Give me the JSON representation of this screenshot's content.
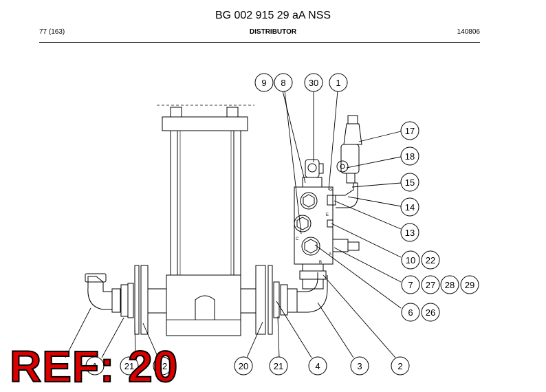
{
  "header": {
    "title": "BG 002 915 29 aA NSS",
    "page": "77 (163)",
    "section": "DISTRIBUTOR",
    "code": "140806"
  },
  "callouts": [
    {
      "label": "9"
    },
    {
      "label": "8"
    },
    {
      "label": "30"
    },
    {
      "label": "1"
    },
    {
      "label": "17"
    },
    {
      "label": "18"
    },
    {
      "label": "15"
    },
    {
      "label": "14"
    },
    {
      "label": "13"
    },
    {
      "label": "10"
    },
    {
      "label": "22"
    },
    {
      "label": "7"
    },
    {
      "label": "27"
    },
    {
      "label": "28"
    },
    {
      "label": "29"
    },
    {
      "label": "6"
    },
    {
      "label": "26"
    },
    {
      "label": "2"
    },
    {
      "label": "3"
    },
    {
      "label": "4"
    },
    {
      "label": "21"
    },
    {
      "label": "20"
    },
    {
      "label": "21"
    },
    {
      "label": "22"
    },
    {
      "label": "1"
    }
  ],
  "port_marks": [
    "G",
    "E",
    "C",
    "A",
    "B"
  ],
  "reference": "REF: 20",
  "colors": {
    "reference_fill": "#d90000",
    "line": "#000000"
  }
}
